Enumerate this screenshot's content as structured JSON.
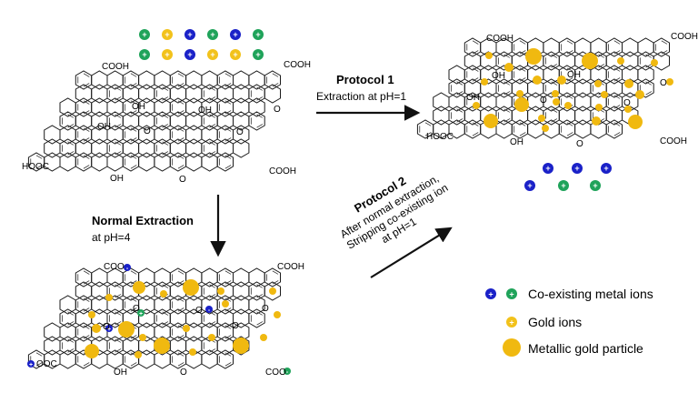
{
  "colors": {
    "co_existing_blue": "#1a21c8",
    "co_existing_green": "#1fa35a",
    "gold_ion": "#f2c21b",
    "gold_particle": "#f0b910",
    "line": "#1a1a1a"
  },
  "ion_sign": "+",
  "anion_sign": "-",
  "functional_groups": {
    "cooh": "COOH",
    "hooc": "HOOC",
    "oh": "OH",
    "epoxide_o": "O",
    "ketone_o": "O",
    "coo": "COO",
    "ooc": "OOC"
  },
  "protocol1": {
    "title": "Protocol 1",
    "subtitle": "Extraction at pH=1"
  },
  "protocol2": {
    "title": "Protocol 2",
    "line1": "After normal extraction,",
    "line2": "Stripping co-existing ion",
    "line3": "at pH=1"
  },
  "normal_extraction": {
    "title": "Normal Extraction",
    "subtitle": "at pH=4"
  },
  "legend": {
    "co_existing": "Co-existing metal ions",
    "gold_ions": "Gold ions",
    "metallic_gold": "Metallic gold particle"
  }
}
